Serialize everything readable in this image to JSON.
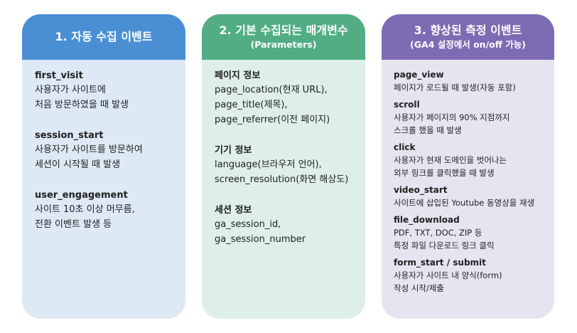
{
  "card1": {
    "title": "1. 자동 수집 이벤트",
    "sections": [
      {
        "title": "first_visit",
        "lines": [
          "사용자가 사이트에",
          "처음 방문하였을 때 발생"
        ]
      },
      {
        "title": "session_start",
        "lines": [
          "사용자가 사이트를 방문하여",
          "세션이 시작될 때 발생"
        ]
      },
      {
        "title": "user_engagement",
        "lines": [
          "사이트 10초 이상 머무름,",
          "전환 이벤트 발생 등"
        ]
      }
    ]
  },
  "card2": {
    "title": "2. 기본 수집되는 매개변수",
    "subtitle": "(Parameters)",
    "sections": [
      {
        "title": "페이지 정보",
        "lines": [
          "page_location(현재 URL),",
          "page_title(제목),",
          "page_referrer(이전 페이지)"
        ]
      },
      {
        "title": "기기 정보",
        "lines": [
          "language(브라우저 언어),",
          "screen_resolution(화면 해상도)"
        ]
      },
      {
        "title": "세션 정보",
        "lines": [
          "ga_session_id,",
          "ga_session_number"
        ]
      }
    ]
  },
  "card3": {
    "title": "3. 향상된 측정 이벤트",
    "subtitle": "(GA4 설정에서 on/off 가능)",
    "sections": [
      {
        "title": "page_view",
        "lines": [
          "페이지가 로드될 때 발생(자동 포함)"
        ]
      },
      {
        "title": "scroll",
        "lines": [
          "사용자가 페이지의 90% 지점까지",
          "스크롤 했을 때 발생"
        ]
      },
      {
        "title": "click",
        "lines": [
          "사용자가 현재 도메인을 벗어나는",
          "외부 링크를 클릭했을 때 발생"
        ]
      },
      {
        "title": "video_start",
        "lines": [
          "사이트에 삽입된 Youtube 동영상을 재생"
        ]
      },
      {
        "title": "file_download",
        "lines": [
          "PDF, TXT, DOC, ZIP 등",
          "특정 파일 다운로드 링크 클릭"
        ]
      },
      {
        "title": "form_start / submit",
        "lines": [
          "사용자가 사이트 내 양식(form)",
          "작성 시작/제출"
        ]
      }
    ]
  },
  "colors": {
    "card1_header": "#4a8fd4",
    "card1_bg": "#dde9f5",
    "card2_header": "#52ad84",
    "card2_bg": "#ddefe6",
    "card3_header": "#7d6bb3",
    "card3_bg": "#e7e4f1"
  }
}
